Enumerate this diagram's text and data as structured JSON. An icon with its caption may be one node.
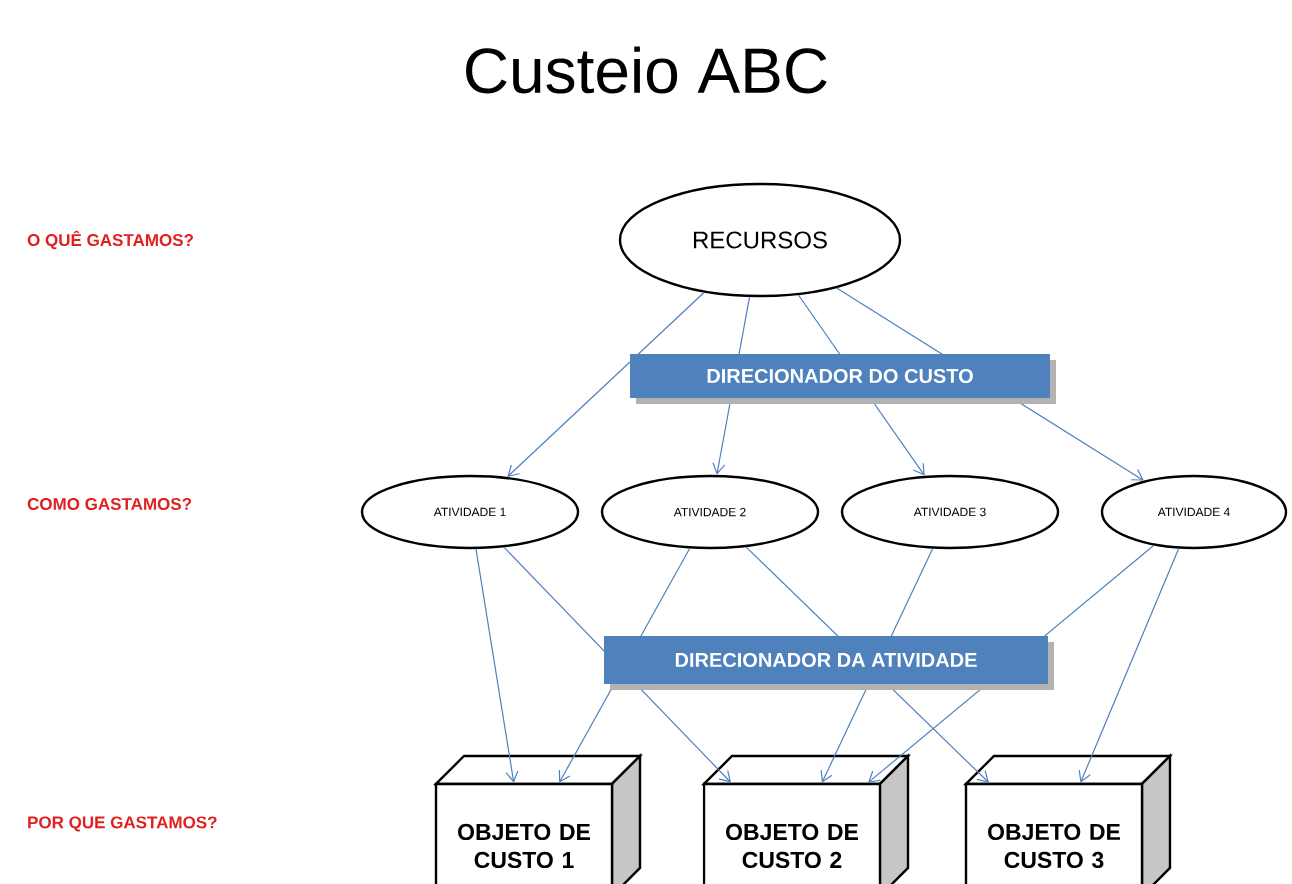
{
  "diagram": {
    "title": "Custeio ABC",
    "nodes": [
      {
        "text": [
          "RECURSOS"
        ]
      },
      {
        "text": [
          "ATIVIDADE 1"
        ]
      },
      {
        "text": [
          "ATIVIDADE 2"
        ]
      },
      {
        "text": [
          "ATIVIDADE 3"
        ]
      },
      {
        "text": [
          "ATIVIDADE 4"
        ]
      },
      {
        "text": [
          "OBJETO DE CUSTO 1"
        ]
      },
      {
        "text": [
          "OBJETO DE CUSTO 2"
        ]
      },
      {
        "text": [
          "OBJETO DE CUSTO 3"
        ]
      }
    ],
    "edges": [
      {
        "from": 0,
        "to": 1,
        "arrow": "to"
      },
      {
        "from": 0,
        "to": 2,
        "arrow": "to"
      },
      {
        "from": 0,
        "to": 3,
        "arrow": "to"
      },
      {
        "from": 0,
        "to": 4,
        "arrow": "to"
      },
      {
        "from": 1,
        "to": 5,
        "arrow": "to"
      },
      {
        "from": 1,
        "to": 6,
        "arrow": "to"
      },
      {
        "from": 2,
        "to": 5,
        "arrow": "to"
      },
      {
        "from": 2,
        "to": 7,
        "arrow": "to"
      },
      {
        "from": 3,
        "to": 6,
        "arrow": "to"
      },
      {
        "from": 4,
        "to": 6,
        "arrow": "to"
      },
      {
        "from": 4,
        "to": 7,
        "arrow": "to"
      }
    ],
    "labels": [
      "O QUÊ GASTAMOS?",
      "DIRECIONADOR DO CUSTO",
      "COMO GASTAMOS?",
      "DIRECIONADOR DA ATIVIDADE",
      "POR QUE GASTAMOS?"
    ]
  }
}
